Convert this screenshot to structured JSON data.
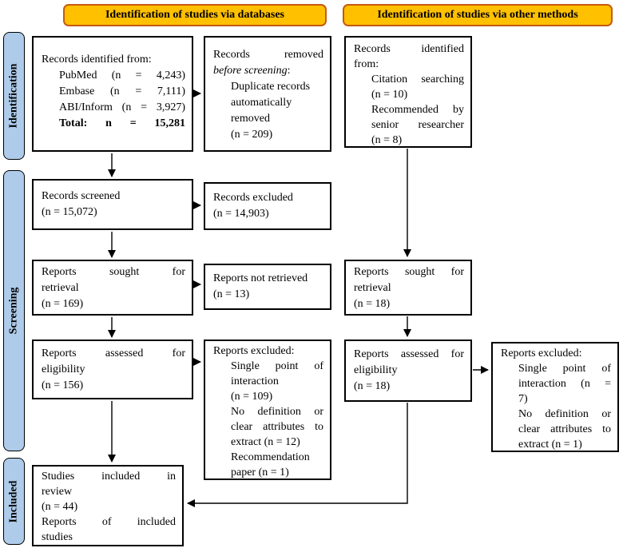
{
  "headers": {
    "databases": "Identification of studies via databases",
    "other_methods": "Identification of studies via other methods"
  },
  "stages": {
    "identification": "Identification",
    "screening": "Screening",
    "included": "Included"
  },
  "colors": {
    "header_bg": "#FFC000",
    "header_border": "#C55A11",
    "stage_bg": "#AECBEA",
    "stage_border": "#000000",
    "box_border": "#000000",
    "arrow": "#000000"
  },
  "boxes": {
    "records_identified_db": {
      "lines": [
        {
          "seg": [
            {
              "t": "Records identified from:"
            }
          ]
        },
        {
          "seg": [
            {
              "t": "PubMed (n = 4,243)"
            }
          ],
          "ind": true,
          "jl": true
        },
        {
          "seg": [
            {
              "t": "Embase (n = 7,111)"
            }
          ],
          "ind": true,
          "jl": true
        },
        {
          "seg": [
            {
              "t": "ABI/Inform (n = 3,927)"
            }
          ],
          "ind": true,
          "jl": true
        },
        {
          "seg": [
            {
              "t": "Total: n = 15,281",
              "s": "b"
            }
          ],
          "ind": true,
          "jl": true
        }
      ]
    },
    "records_removed": {
      "lines": [
        {
          "seg": [
            {
              "t": "Records removed"
            }
          ],
          "jl": true
        },
        {
          "seg": [
            {
              "t": "before screening",
              "s": "i"
            },
            {
              "t": ":"
            }
          ]
        },
        {
          "seg": [
            {
              "t": "Duplicate records"
            }
          ],
          "ind": true
        },
        {
          "seg": [
            {
              "t": "automatically"
            }
          ],
          "ind": true
        },
        {
          "seg": [
            {
              "t": "removed"
            }
          ],
          "ind": true
        },
        {
          "seg": [
            {
              "t": "(n = 209)"
            }
          ],
          "ind": true
        }
      ]
    },
    "records_identified_other": {
      "lines": [
        {
          "seg": [
            {
              "t": "Records identified"
            }
          ],
          "jl": true
        },
        {
          "seg": [
            {
              "t": "from:"
            }
          ]
        },
        {
          "seg": [
            {
              "t": "Citation searching"
            }
          ],
          "ind": true,
          "jl": true
        },
        {
          "seg": [
            {
              "t": "(n = 10)"
            }
          ],
          "ind": true
        },
        {
          "seg": [
            {
              "t": "Recommended by"
            }
          ],
          "ind": true,
          "jl": true
        },
        {
          "seg": [
            {
              "t": "senior researcher"
            }
          ],
          "ind": true,
          "jl": true
        },
        {
          "seg": [
            {
              "t": "(n = 8)"
            }
          ],
          "ind": true
        }
      ]
    },
    "records_screened": {
      "lines": [
        {
          "seg": [
            {
              "t": "Records screened"
            }
          ]
        },
        {
          "seg": [
            {
              "t": "(n = 15,072)"
            }
          ]
        }
      ]
    },
    "records_excluded": {
      "lines": [
        {
          "seg": [
            {
              "t": "Records excluded"
            }
          ]
        },
        {
          "seg": [
            {
              "t": "(n = 14,903)"
            }
          ]
        }
      ]
    },
    "reports_sought_db": {
      "lines": [
        {
          "seg": [
            {
              "t": "Reports sought for"
            }
          ],
          "jl": true
        },
        {
          "seg": [
            {
              "t": "retrieval"
            }
          ]
        },
        {
          "seg": [
            {
              "t": "(n = 169)"
            }
          ]
        }
      ]
    },
    "reports_not_retrieved": {
      "lines": [
        {
          "seg": [
            {
              "t": "Reports not retrieved"
            }
          ]
        },
        {
          "seg": [
            {
              "t": "(n = 13)"
            }
          ]
        }
      ]
    },
    "reports_sought_other": {
      "lines": [
        {
          "seg": [
            {
              "t": "Reports sought for"
            }
          ],
          "jl": true
        },
        {
          "seg": [
            {
              "t": "retrieval"
            }
          ]
        },
        {
          "seg": [
            {
              "t": "(n = 18)"
            }
          ]
        }
      ]
    },
    "reports_assessed_db": {
      "lines": [
        {
          "seg": [
            {
              "t": "Reports assessed for"
            }
          ],
          "jl": true
        },
        {
          "seg": [
            {
              "t": "eligibility"
            }
          ]
        },
        {
          "seg": [
            {
              "t": "(n = 156)"
            }
          ]
        }
      ]
    },
    "reports_excluded_db": {
      "lines": [
        {
          "seg": [
            {
              "t": "Reports excluded:"
            }
          ]
        },
        {
          "seg": [
            {
              "t": "Single point of"
            }
          ],
          "ind": true,
          "jl": true
        },
        {
          "seg": [
            {
              "t": "interaction"
            }
          ],
          "ind": true
        },
        {
          "seg": [
            {
              "t": "(n = 109)"
            }
          ],
          "ind": true
        },
        {
          "seg": [
            {
              "t": "No definition or"
            }
          ],
          "ind": true,
          "jl": true
        },
        {
          "seg": [
            {
              "t": "clear attributes to"
            }
          ],
          "ind": true,
          "jl": true
        },
        {
          "seg": [
            {
              "t": "extract (n = 12)"
            }
          ],
          "ind": true
        },
        {
          "seg": [
            {
              "t": "Recommendation"
            }
          ],
          "ind": true
        },
        {
          "seg": [
            {
              "t": "paper (n = 1)"
            }
          ],
          "ind": true
        }
      ]
    },
    "reports_assessed_other": {
      "lines": [
        {
          "seg": [
            {
              "t": "Reports assessed for"
            }
          ],
          "jl": true
        },
        {
          "seg": [
            {
              "t": "eligibility"
            }
          ]
        },
        {
          "seg": [
            {
              "t": "(n = 18)"
            }
          ]
        }
      ]
    },
    "reports_excluded_other": {
      "lines": [
        {
          "seg": [
            {
              "t": "Reports excluded:"
            }
          ]
        },
        {
          "seg": [
            {
              "t": "Single point of"
            }
          ],
          "ind": true,
          "jl": true
        },
        {
          "seg": [
            {
              "t": "interaction (n ="
            }
          ],
          "ind": true,
          "jl": true
        },
        {
          "seg": [
            {
              "t": "7)"
            }
          ],
          "ind": true
        },
        {
          "seg": [
            {
              "t": "No definition or"
            }
          ],
          "ind": true,
          "jl": true
        },
        {
          "seg": [
            {
              "t": "clear attributes to"
            }
          ],
          "ind": true,
          "jl": true
        },
        {
          "seg": [
            {
              "t": "extract (n = 1)"
            }
          ],
          "ind": true
        }
      ]
    },
    "studies_included": {
      "lines": [
        {
          "seg": [
            {
              "t": "Studies included in"
            }
          ],
          "jl": true
        },
        {
          "seg": [
            {
              "t": "review"
            }
          ]
        },
        {
          "seg": [
            {
              "t": "(n = 44)"
            }
          ]
        },
        {
          "seg": [
            {
              "t": "Reports of included"
            }
          ],
          "jl": true
        },
        {
          "seg": [
            {
              "t": "studies"
            }
          ]
        }
      ]
    }
  },
  "flow": [
    {
      "from": "records_identified_db",
      "to": "records_removed"
    },
    {
      "from": "records_identified_db",
      "to": "records_screened"
    },
    {
      "from": "records_screened",
      "to": "records_excluded"
    },
    {
      "from": "records_screened",
      "to": "reports_sought_db"
    },
    {
      "from": "reports_sought_db",
      "to": "reports_not_retrieved"
    },
    {
      "from": "reports_sought_db",
      "to": "reports_assessed_db"
    },
    {
      "from": "reports_assessed_db",
      "to": "reports_excluded_db"
    },
    {
      "from": "reports_assessed_db",
      "to": "studies_included"
    },
    {
      "from": "records_identified_other",
      "to": "reports_sought_other"
    },
    {
      "from": "reports_sought_other",
      "to": "reports_assessed_other"
    },
    {
      "from": "reports_assessed_other",
      "to": "reports_excluded_other"
    },
    {
      "from": "reports_assessed_other",
      "to": "studies_included"
    }
  ]
}
